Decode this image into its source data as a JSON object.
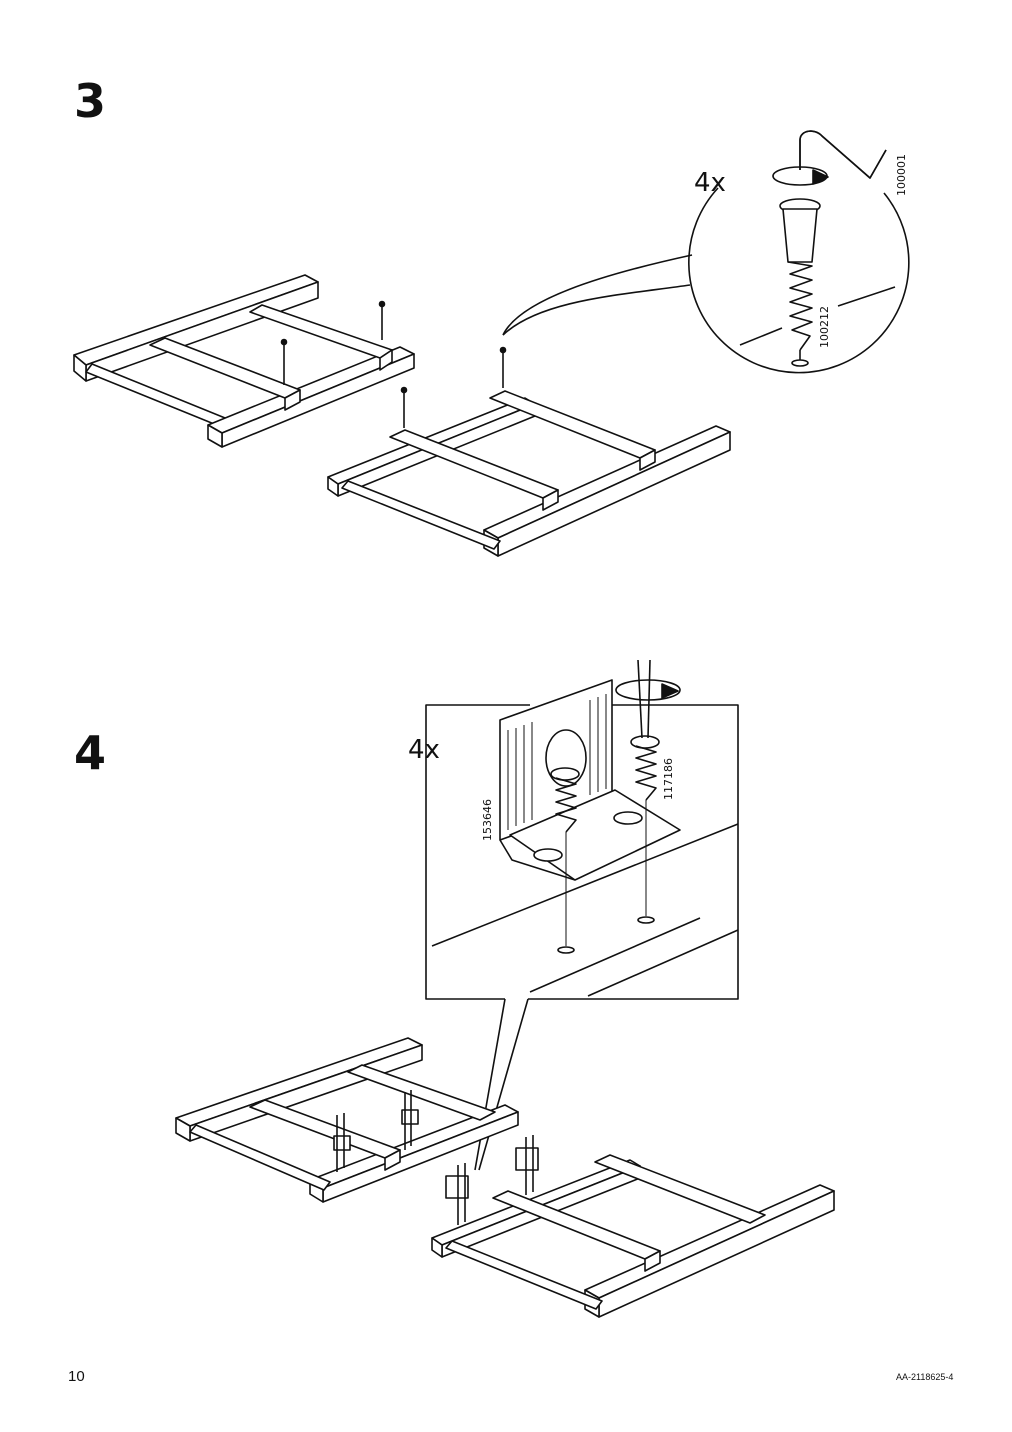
{
  "steps": [
    {
      "number": "3",
      "quantity": "4x",
      "parts": [
        "100001",
        "100212"
      ]
    },
    {
      "number": "4",
      "quantity": "4x",
      "parts": [
        "153646",
        "117186"
      ]
    }
  ],
  "footer": {
    "page_number": "10",
    "document_code": "AA-2118625-4"
  },
  "icons": {
    "step3": [
      "allen-key-icon",
      "rotate-clockwise-icon",
      "wood-screw-icon"
    ],
    "step4": [
      "screwdriver-icon",
      "rotate-clockwise-icon",
      "corner-bracket-icon",
      "screw-icon"
    ]
  }
}
